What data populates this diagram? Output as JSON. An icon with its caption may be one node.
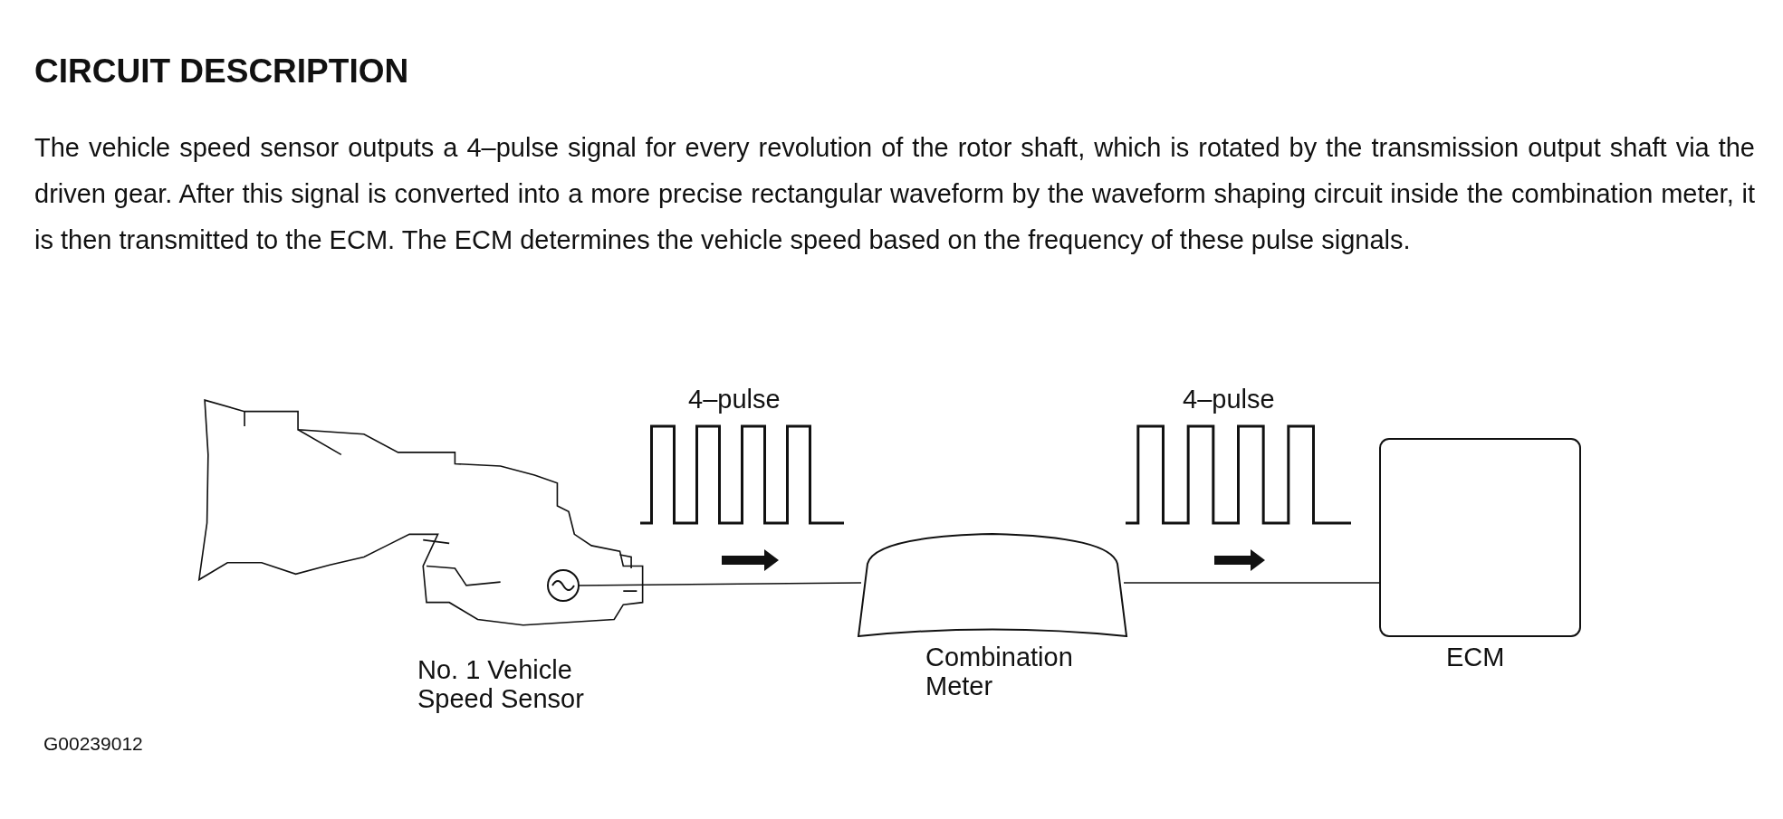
{
  "diagram": {
    "title": "CIRCUIT DESCRIPTION",
    "nodes": [
      {
        "text": [],
        "shape": "circle",
        "beside": [
          "No. 1 Vehicle Speed Sensor"
        ]
      },
      {
        "text": [
          "Combination Meter"
        ]
      },
      {
        "text": [
          "ECM"
        ]
      }
    ],
    "edges": [
      {
        "from": 0,
        "to": 1,
        "arrow": "none"
      },
      {
        "from": 1,
        "to": 2,
        "arrow": "none"
      }
    ],
    "labels": [
      "The vehicle speed sensor outputs a 4–pulse signal for every revolution of the rotor shaft, which is rotated by the transmission output shaft via the driven gear. After this signal is converted into a more precise rectangular waveform by the waveform shaping circuit inside the combination meter, it is then transmitted to the ECM. The ECM determines the vehicle speed based on the frequency of these pulse signals.",
      "4–pulse",
      "4–pulse",
      "G00239012"
    ]
  }
}
